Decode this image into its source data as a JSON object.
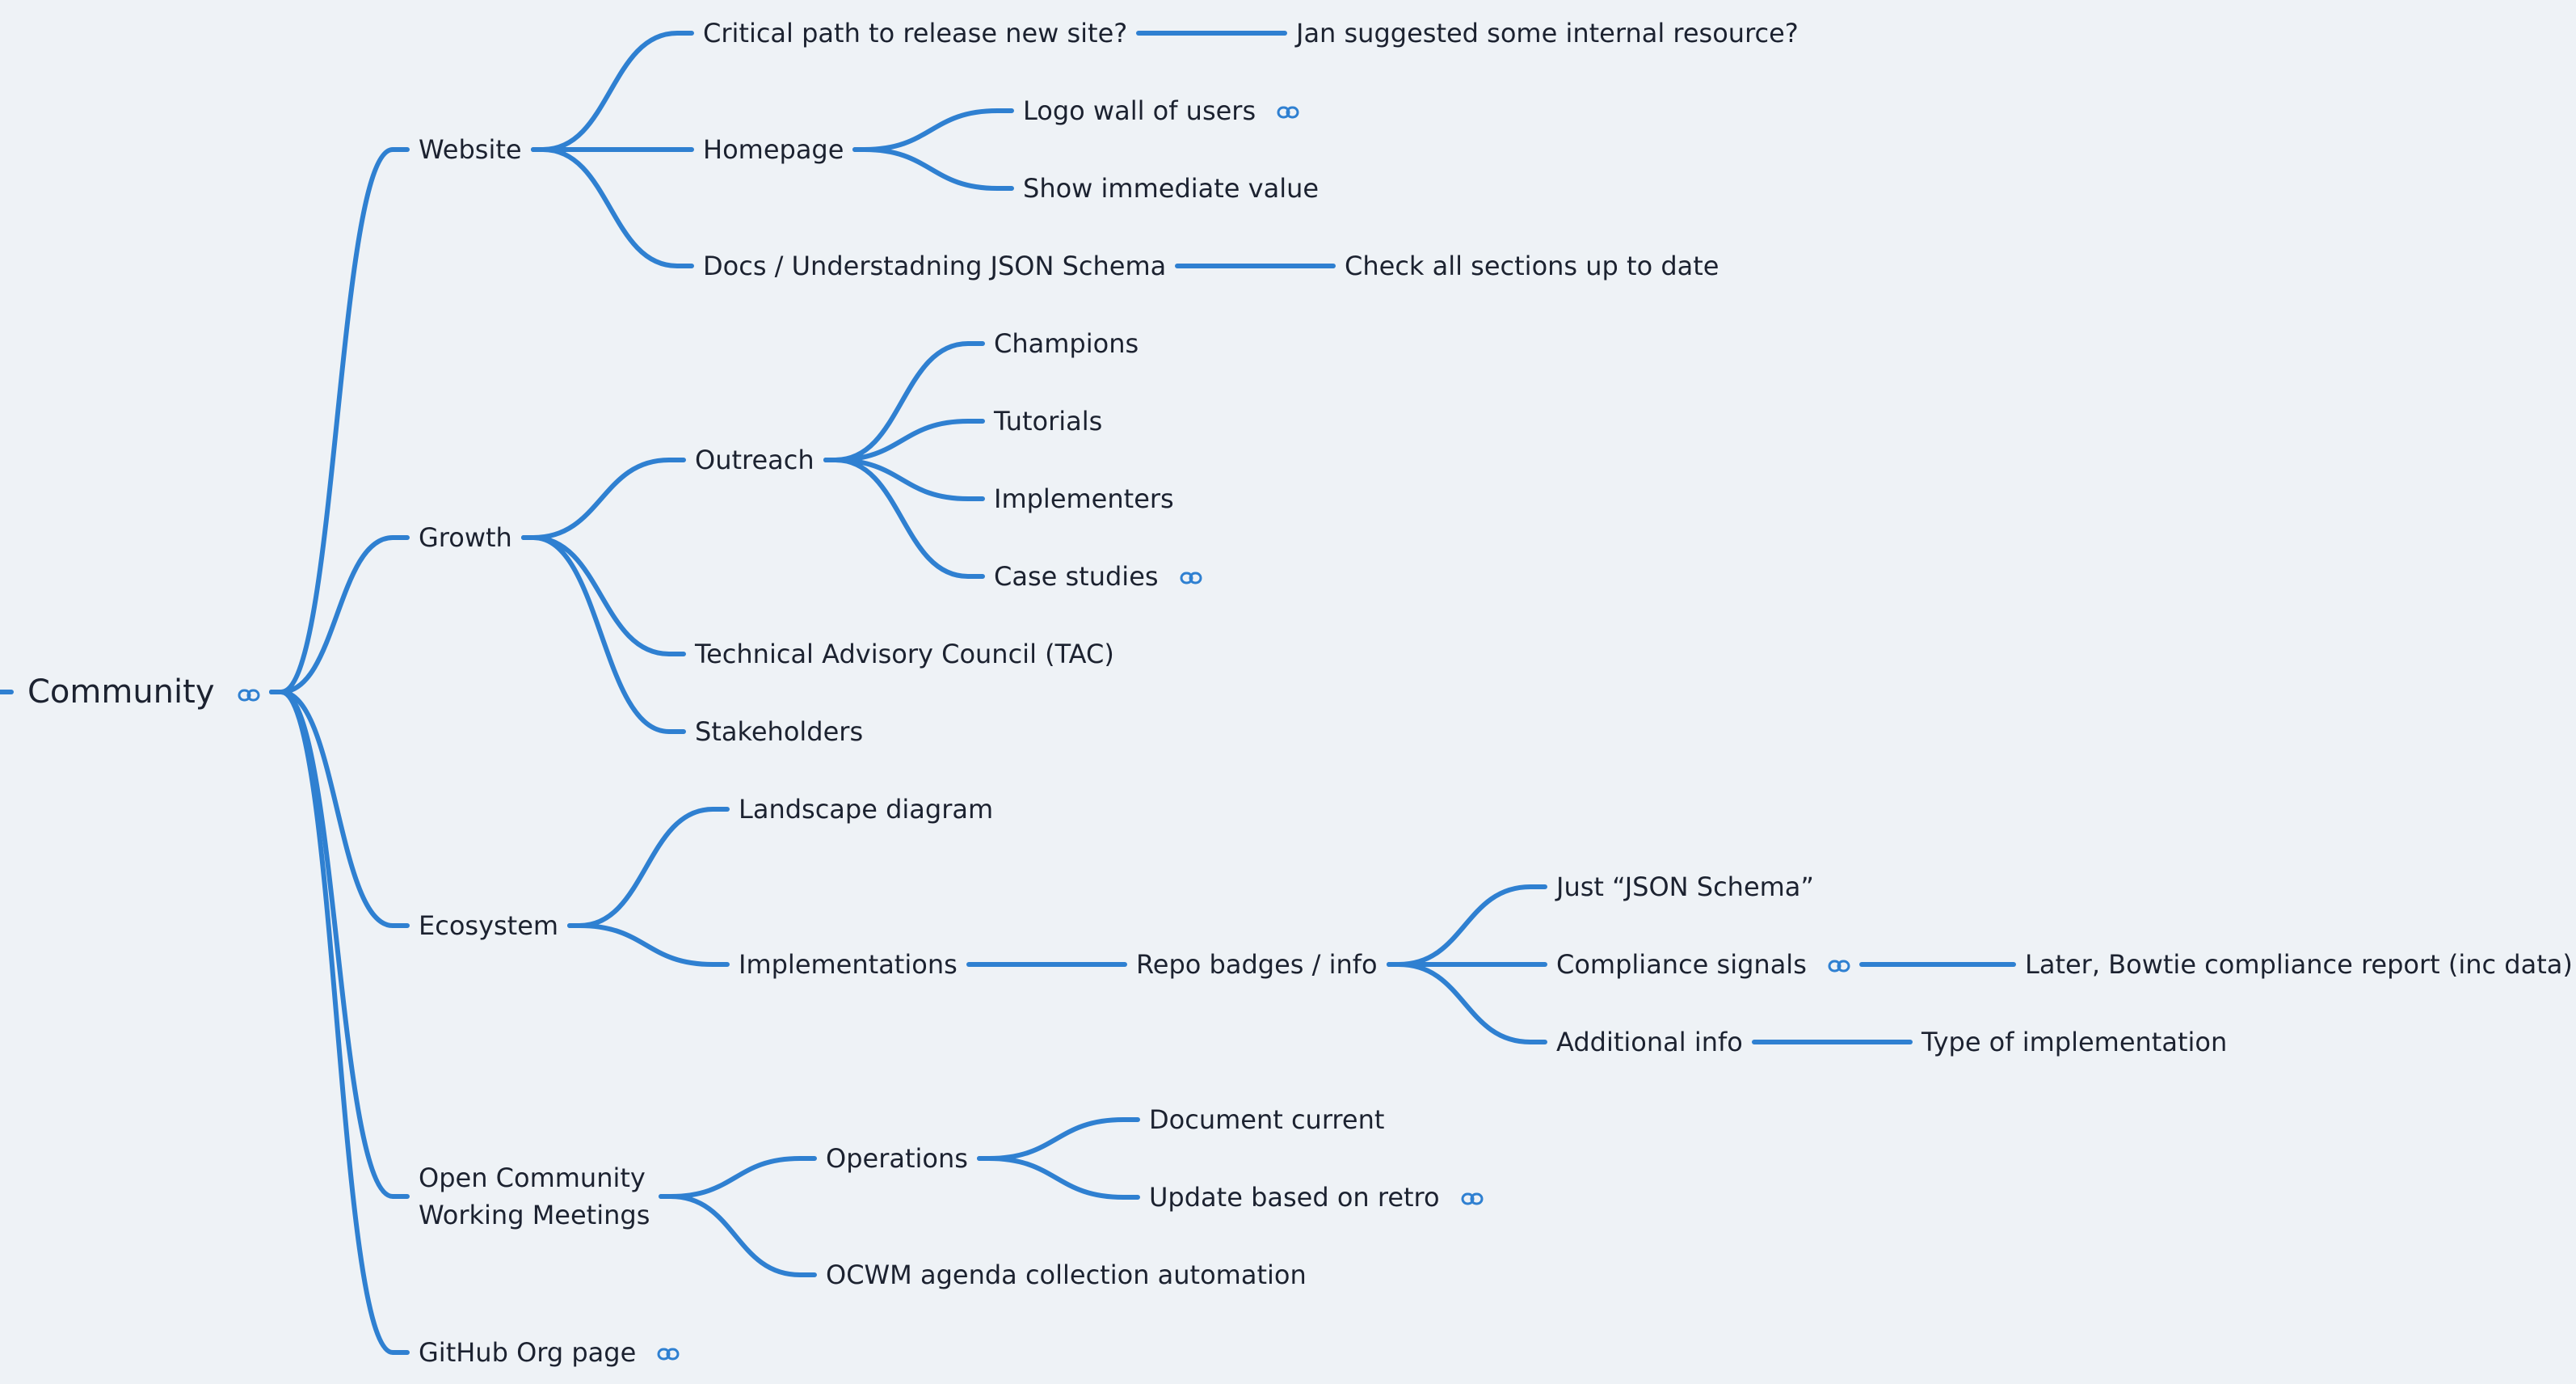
{
  "colors": {
    "background": "#eef2f6",
    "edge": "#2f80d1",
    "text": "#1c2230",
    "link_icon": "#2f80d1"
  },
  "mindmap": {
    "root": {
      "label": "Community",
      "has_link": true
    },
    "branches": [
      {
        "label": "Website",
        "children": [
          {
            "label": "Critical path to release new site?",
            "children": [
              {
                "label": "Jan suggested some internal resource?"
              }
            ]
          },
          {
            "label": "Homepage",
            "children": [
              {
                "label": "Logo wall of users",
                "has_link": true
              },
              {
                "label": "Show immediate value"
              }
            ]
          },
          {
            "label": "Docs / Understadning JSON Schema",
            "children": [
              {
                "label": "Check all sections up to date"
              }
            ]
          }
        ]
      },
      {
        "label": "Growth",
        "children": [
          {
            "label": "Outreach",
            "children": [
              {
                "label": "Champions"
              },
              {
                "label": "Tutorials"
              },
              {
                "label": "Implementers"
              },
              {
                "label": "Case studies",
                "has_link": true
              }
            ]
          },
          {
            "label": "Technical Advisory Council (TAC)"
          },
          {
            "label": "Stakeholders"
          }
        ]
      },
      {
        "label": "Ecosystem",
        "children": [
          {
            "label": "Landscape diagram"
          },
          {
            "label": "Implementations",
            "children": [
              {
                "label": "Repo badges / info",
                "children": [
                  {
                    "label": "Just “JSON Schema”"
                  },
                  {
                    "label": "Compliance signals",
                    "has_link": true,
                    "children": [
                      {
                        "label": "Later, Bowtie compliance report (inc data)"
                      }
                    ]
                  },
                  {
                    "label": "Additional info",
                    "children": [
                      {
                        "label": "Type of implementation"
                      }
                    ]
                  }
                ]
              }
            ]
          }
        ]
      },
      {
        "label_lines": [
          "Open Community",
          "Working Meetings"
        ],
        "children": [
          {
            "label": "Operations",
            "children": [
              {
                "label": "Document current"
              },
              {
                "label": "Update based on retro",
                "has_link": true
              }
            ]
          },
          {
            "label": "OCWM agenda collection automation"
          }
        ]
      },
      {
        "label": "GitHub Org page",
        "has_link": true
      }
    ]
  }
}
